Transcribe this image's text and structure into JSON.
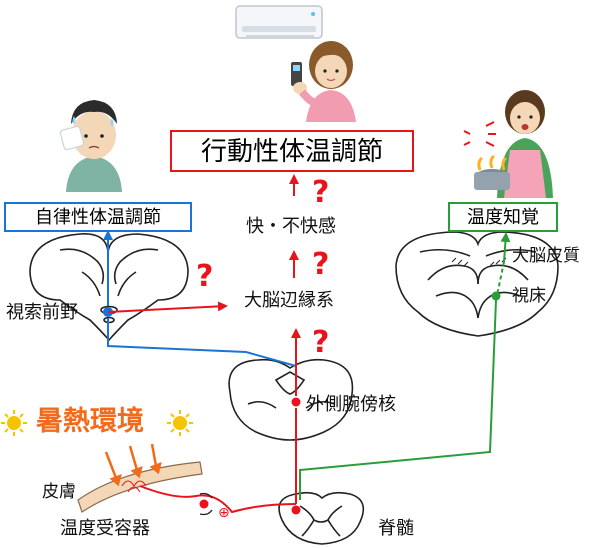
{
  "colors": {
    "red": "#e8141b",
    "blue": "#1a73d6",
    "green": "#2a9d3a",
    "orange": "#f26b1d",
    "sun": "#f5c400",
    "skin": "#f3d7b6"
  },
  "boxes": {
    "behavioral": "行動性体温調節",
    "autonomic": "自律性体温調節",
    "perception": "温度知覚"
  },
  "labels": {
    "pleasure": "快・不快感",
    "limbic": "大脳辺縁系",
    "poa": "視索前野",
    "lpb": "外側腕傍核",
    "cortex": "大脳皮質",
    "thalamus": "視床",
    "skin": "皮膚",
    "receptor": "温度受容器",
    "spinal": "脊髄",
    "heat": "暑熱環境",
    "plus": "⊕"
  },
  "question_mark": "?",
  "icons": {
    "aircon": "air-conditioner-icon",
    "remote_woman": "woman-with-remote-icon",
    "sweating_man": "sweating-man-icon",
    "hot_woman": "woman-touching-hot-pot-icon",
    "sun": "sun-icon",
    "brain_section": "brain-section-icon"
  }
}
